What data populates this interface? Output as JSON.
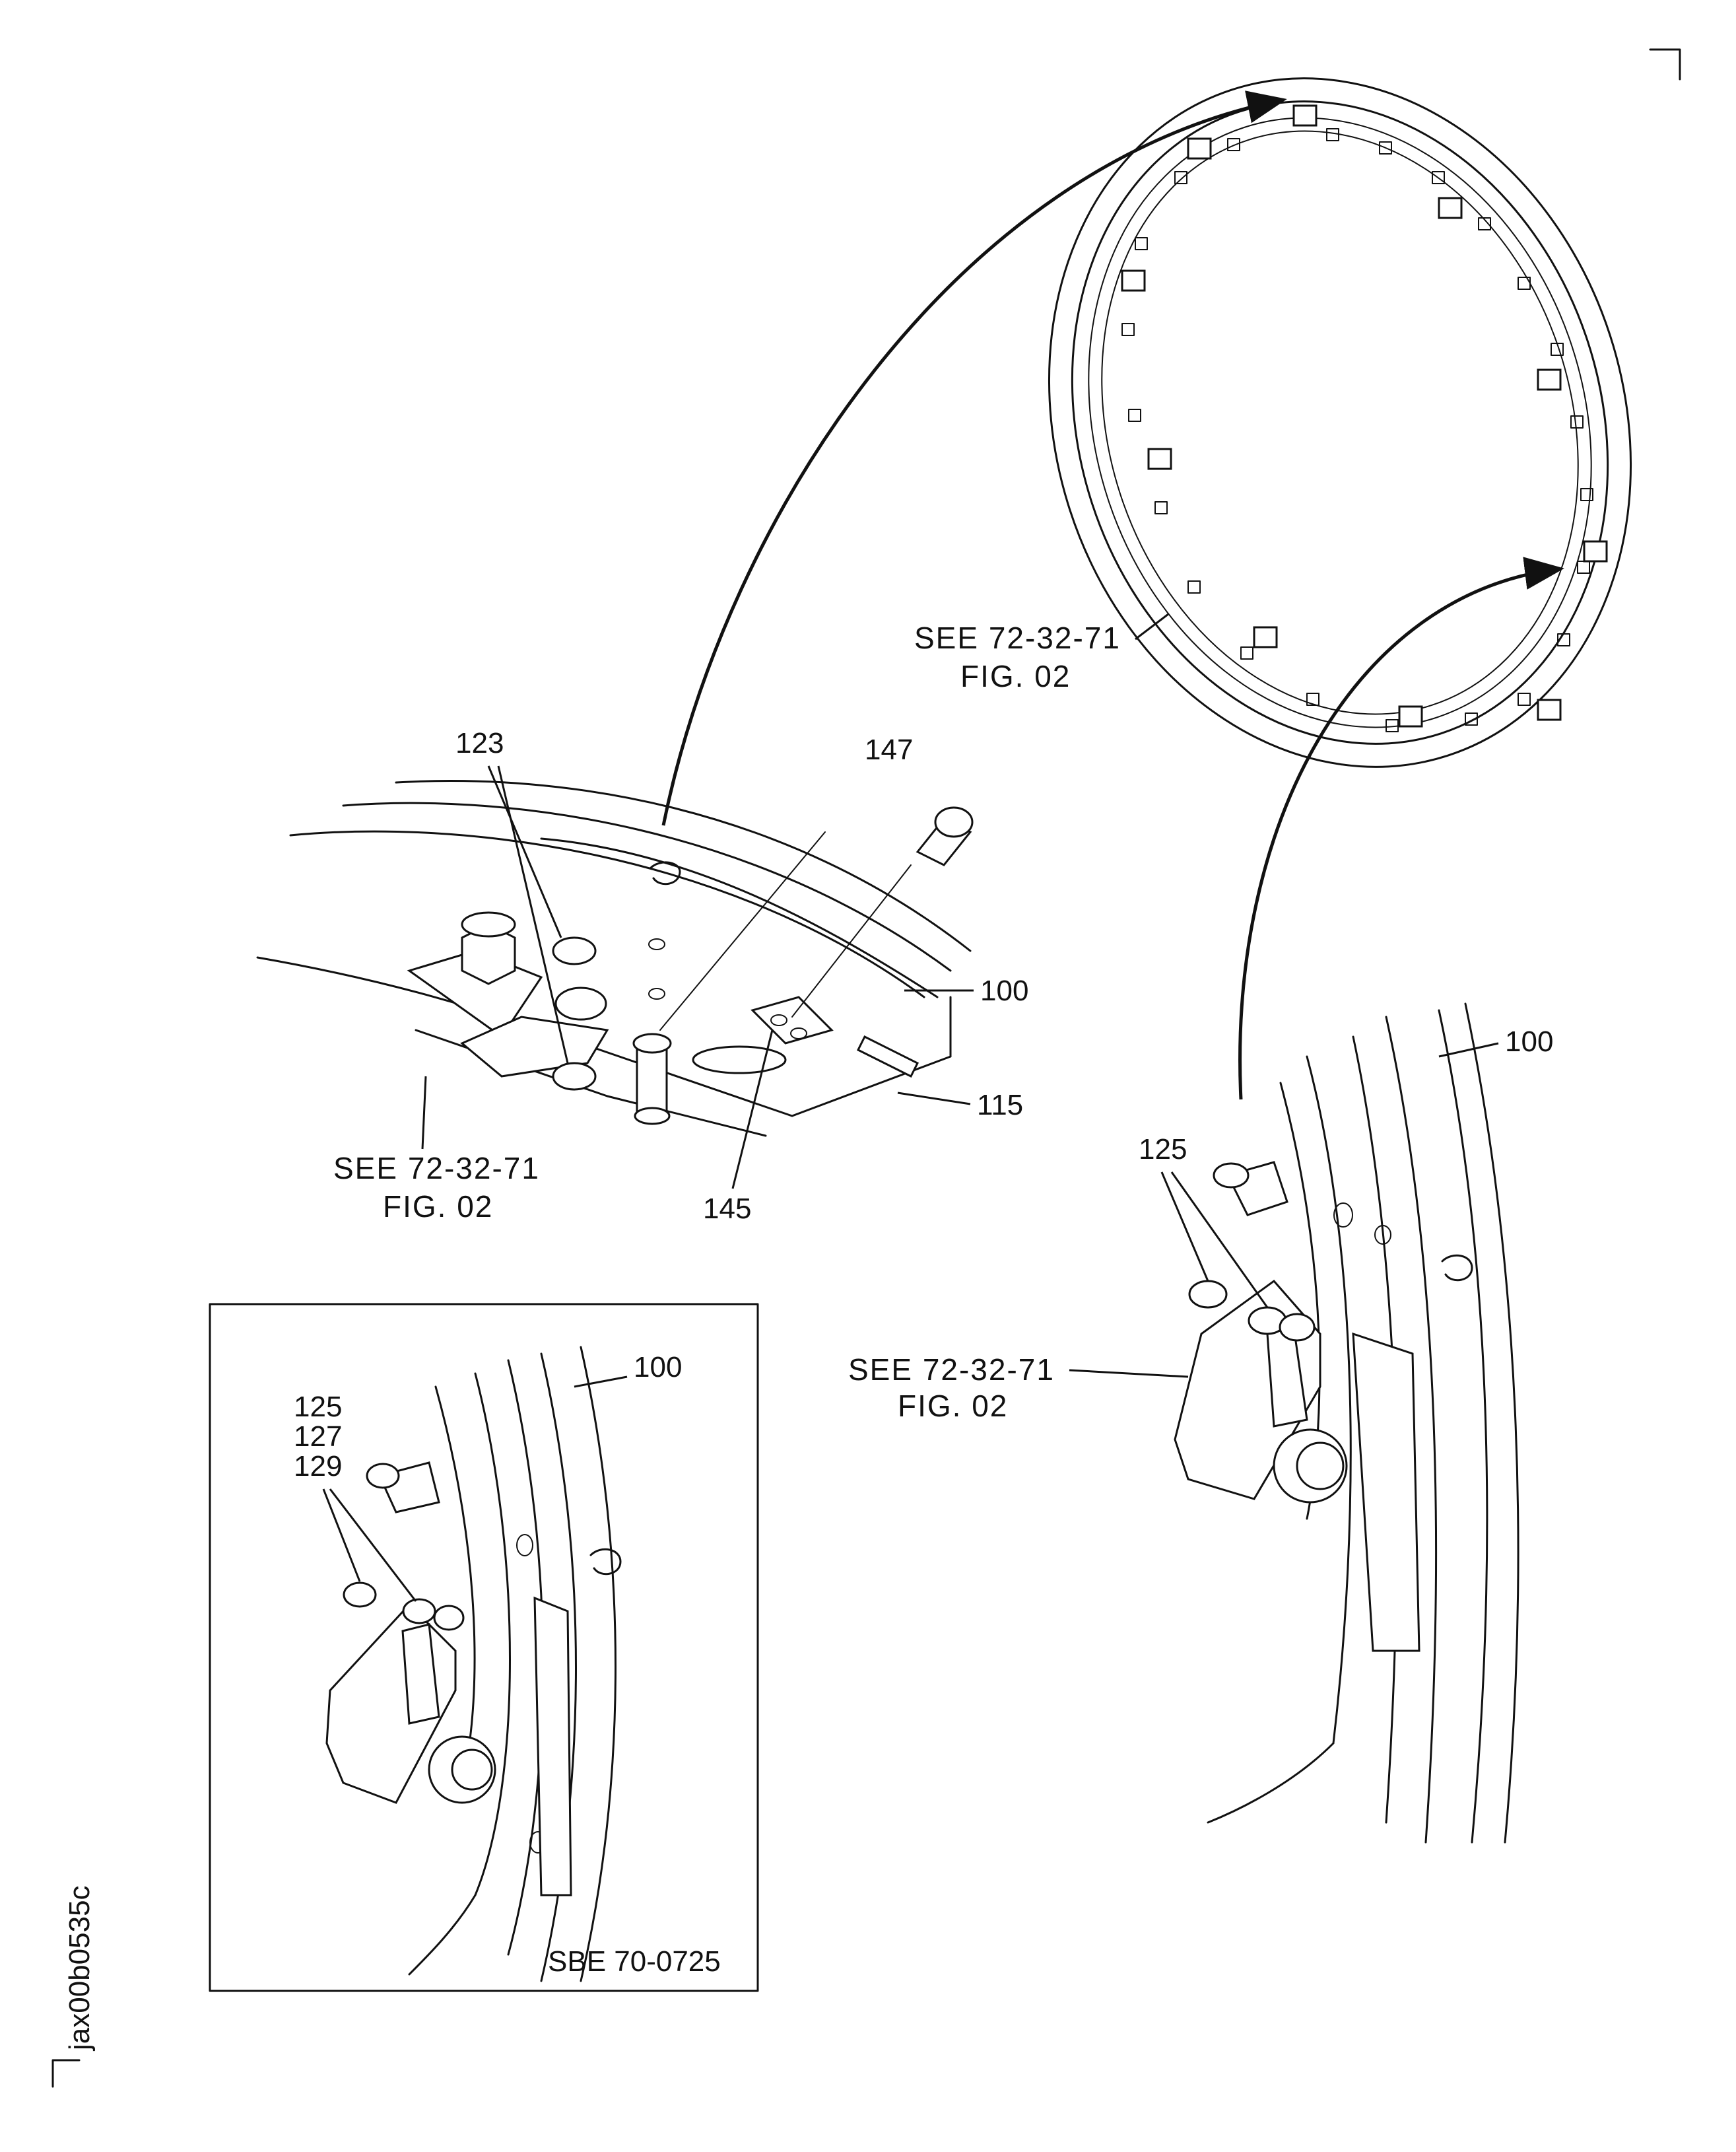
{
  "figure": {
    "image_code": "jax00b0535c",
    "callouts": {
      "c100_main": "100",
      "c100_right": "100",
      "c100_inset": "100",
      "c115": "115",
      "c123": "123",
      "c125_right": "125",
      "c145": "145",
      "c147": "147",
      "inset_stack": [
        "125",
        "127",
        "129"
      ]
    },
    "references": {
      "ring_see": "SEE  72-32-71",
      "ring_fig": "FIG.  02",
      "left_see": "SEE  72-32-71",
      "left_fig": "FIG.  02",
      "right_see": "SEE  72-32-71",
      "right_fig": "FIG.  02"
    },
    "inset": {
      "label": "SBE 70-0725"
    }
  }
}
